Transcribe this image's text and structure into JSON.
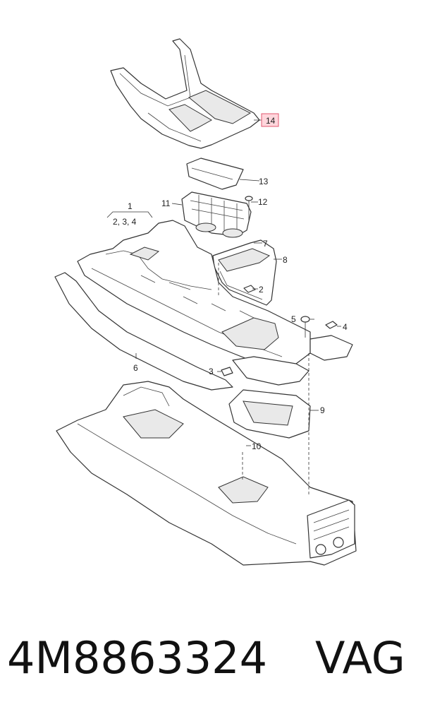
{
  "callouts": {
    "c1": "1",
    "c1_sub": "2, 3, 4",
    "c2": "2",
    "c3": "3",
    "c4": "4",
    "c5": "5",
    "c6": "6",
    "c7": "7",
    "c8": "8",
    "c9": "9",
    "c10": "10",
    "c11": "11",
    "c12": "12",
    "c13": "13",
    "c14": "14"
  },
  "highlighted_callout": "14",
  "colors": {
    "highlight_fill": "#ffd6dc",
    "highlight_stroke": "#e05870",
    "line": "#333333"
  },
  "footer": {
    "part_number": "4M8863324",
    "brand": "VAG"
  }
}
